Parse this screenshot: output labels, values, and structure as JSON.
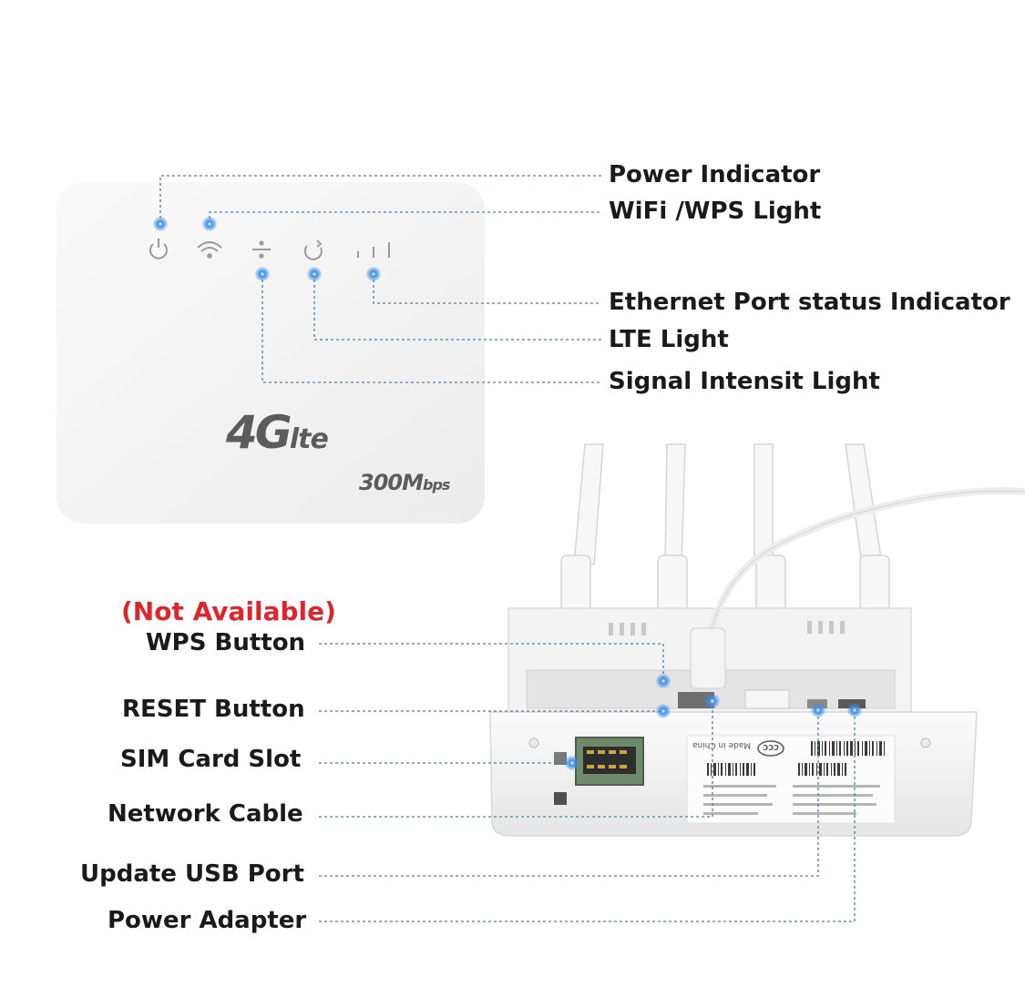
{
  "top_labels": {
    "power": "Power Indicator",
    "wifi": "WiFi /WPS Light",
    "ethernet": "Ethernet Port status Indicator",
    "lte": "LTE Light",
    "signal": "Signal Intensit Light"
  },
  "device_front": {
    "brand_4g": "4G",
    "brand_lte": "lte",
    "speed_main": "300M",
    "speed_unit": "bps"
  },
  "bottom_labels": {
    "not_available": "(Not Available)",
    "wps": "WPS Button",
    "reset": "RESET Button",
    "sim": "SIM Card Slot",
    "network": "Network Cable",
    "usb": "Update USB Port",
    "power_adapter": "Power Adapter"
  },
  "label_sticker": {
    "made_in": "Made in China",
    "cert_mark": "CCC"
  },
  "colors": {
    "leader_line": "#4d7fa0",
    "marker_dot": "#3e8fe8",
    "warning_text": "#e0242b",
    "label_text": "#1a1a1a",
    "device_body": "#f5f5f5"
  }
}
